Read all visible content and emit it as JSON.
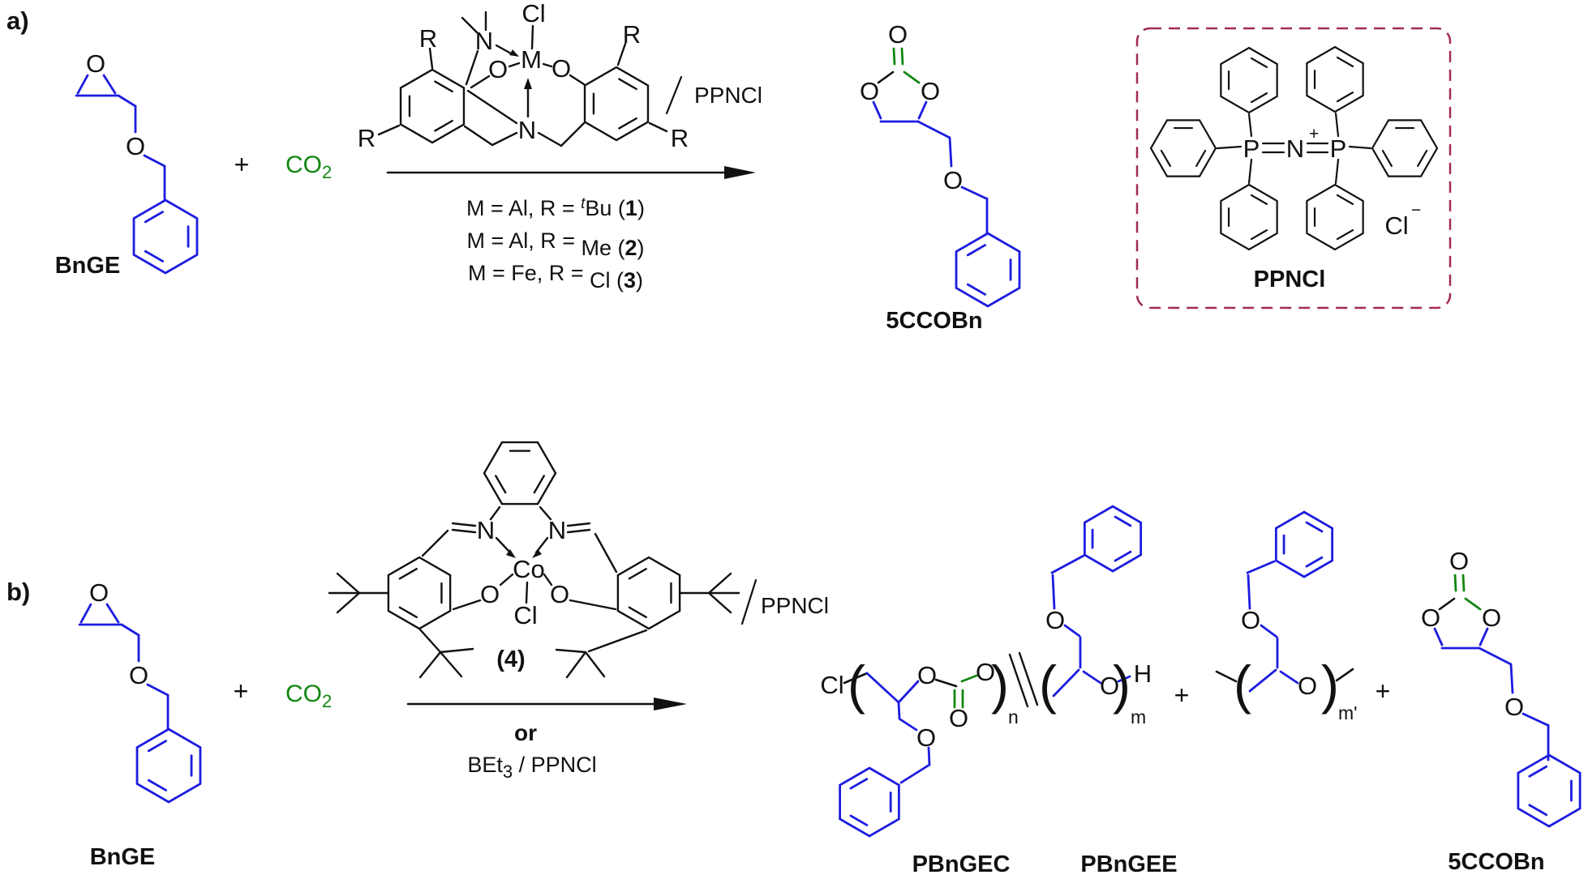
{
  "colors": {
    "structure_blue": "#1C1CE0",
    "structure_green": "#128712",
    "structure_black": "#111111",
    "chloride_maroon": "#7D1B40",
    "box_border": "#A32A56",
    "ppncl_purple": "#7E0E8E",
    "background": "#FFFFFF"
  },
  "atoms": {
    "o": "O",
    "n": "N",
    "cl": "Cl",
    "p": "P",
    "co": "Co",
    "m": "M",
    "r": "R",
    "h": "H"
  },
  "charges": {
    "plus": "+",
    "minus": "−"
  },
  "panel_a": {
    "label": "a)",
    "reactant_name": "BnGE",
    "plus": "+",
    "co2": {
      "formula": "CO",
      "subscript": "2"
    },
    "slash": "/",
    "cocatalyst": "PPNCl",
    "conditions": [
      {
        "pre": "M = Al, R = ",
        "sup": "t",
        "mid": "Bu (",
        "num": "1",
        "post": ")"
      },
      {
        "pre": "M = Al, R = ",
        "sup": "",
        "mid": "Me (",
        "num": "2",
        "post": ")"
      },
      {
        "pre": "M = Fe, R = ",
        "sup": "",
        "mid": "Cl (",
        "num": "3",
        "post": ")"
      }
    ],
    "product_name": "5CCOBn",
    "ppncl_box_label": "PPNCl"
  },
  "panel_b": {
    "label": "b)",
    "reactant_name": "BnGE",
    "plus": "+",
    "co2": {
      "formula": "CO",
      "subscript": "2"
    },
    "compound_number": "(4)",
    "slash": "/",
    "cocatalyst": "PPNCl",
    "or_label": "or",
    "alt_conditions": {
      "pre": "BEt",
      "sub": "3",
      "post": " / PPNCl"
    },
    "products": {
      "pbngec_name": "PBnGEC",
      "sub_n": "n",
      "sub_m": "m",
      "plus_1": "+",
      "pbngee_name": "PBnGEE",
      "sub_m_prime": "m'",
      "plus_2": "+",
      "cyclic_name": "5CCOBn"
    },
    "paren_open": "(",
    "paren_close": ")"
  }
}
